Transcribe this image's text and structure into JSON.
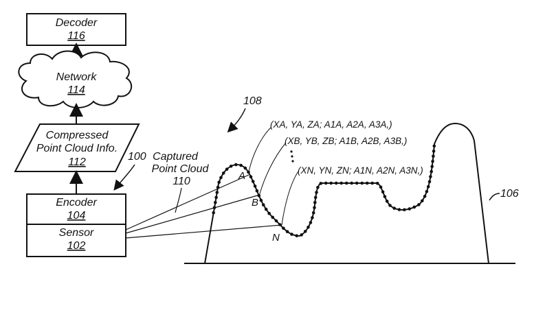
{
  "decoder": {
    "label": "Decoder",
    "num": "116"
  },
  "network": {
    "label": "Network",
    "num": "114"
  },
  "compressed": {
    "label1": "Compressed",
    "label2": "Point Cloud Info.",
    "num": "112"
  },
  "encoder": {
    "label": "Encoder",
    "num": "104"
  },
  "sensor": {
    "label": "Sensor",
    "num": "102"
  },
  "captured": {
    "label1": "Captured",
    "label2": "Point Cloud",
    "num": "110"
  },
  "refs": {
    "system": "100",
    "cloud": "108",
    "object": "106"
  },
  "points": {
    "a": "A",
    "b": "B",
    "n": "N"
  },
  "tuples": {
    "a": "(XA, YA, ZA; A1A, A2A, A3A,)",
    "b": "(XB, YB, ZB; A1B, A2B, A3B,)",
    "n": "(XN, YN, ZN; A1N, A2N, A3N,)"
  }
}
